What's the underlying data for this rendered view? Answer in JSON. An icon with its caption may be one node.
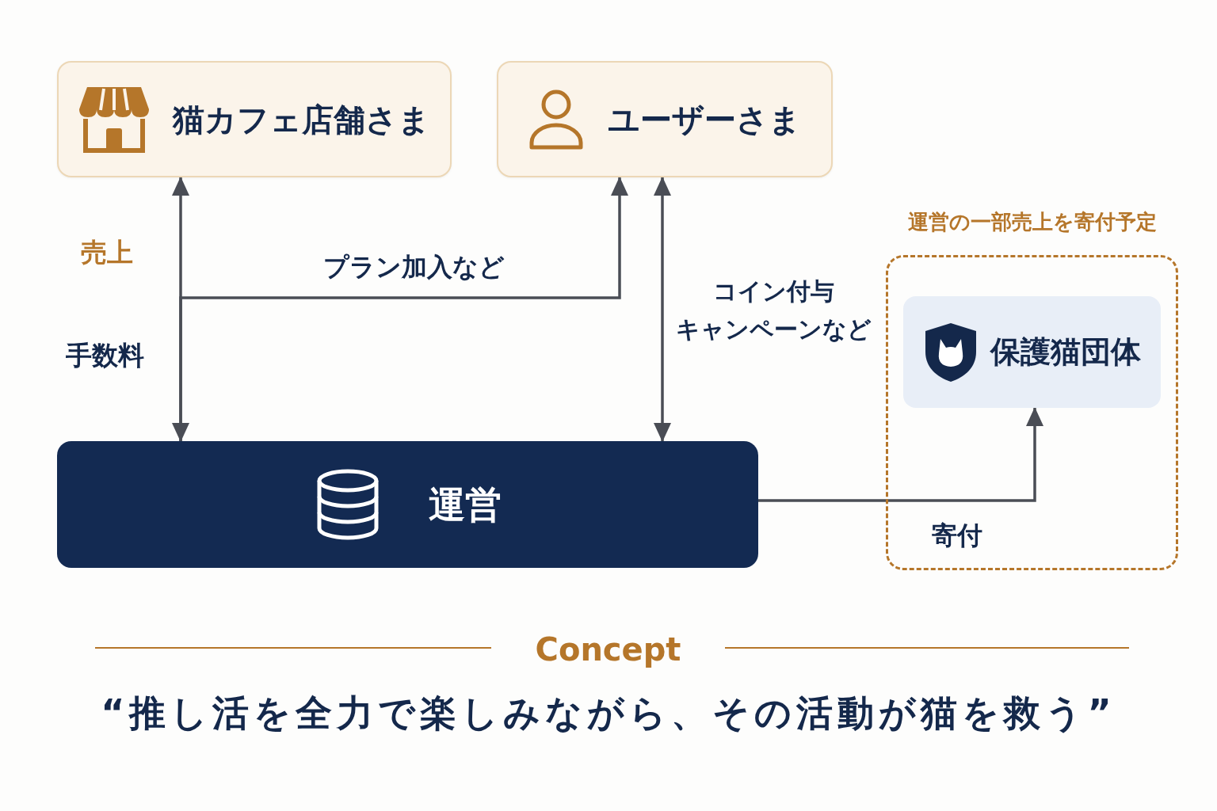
{
  "diagram": {
    "nodes": [
      {
        "text": [
          "猫カフェ店舗さま"
        ]
      },
      {
        "text": [
          "ユーザーさま"
        ]
      },
      {
        "text": [
          "運営"
        ]
      },
      {
        "text": [
          "運営の一部売上を寄付予定"
        ]
      },
      {
        "text": [
          "保護猫団体"
        ],
        "in": 3
      }
    ],
    "edges": [
      {
        "from": 0,
        "to": 2,
        "arrow": "both"
      },
      {
        "from": 2,
        "to": 1,
        "arrow": "to",
        "label": "プラン加入など"
      },
      {
        "from": 2,
        "to": 1,
        "arrow": "both",
        "label": "コイン付与キャンペーンなど"
      },
      {
        "from": 2,
        "to": 4,
        "arrow": "to",
        "label": "寄付"
      }
    ],
    "labels": [
      "売上",
      "手数料",
      "Concept",
      "“推し活を全力で楽しみながら、その活動が猫を救う”"
    ]
  }
}
